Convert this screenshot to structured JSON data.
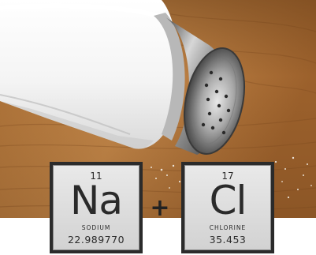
{
  "elements": [
    {
      "number": "11",
      "symbol": "Na",
      "name": "SODIUM",
      "mass": "22.989770"
    },
    {
      "number": "17",
      "symbol": "Cl",
      "name": "CHLORINE",
      "mass": "35.453"
    }
  ],
  "operator": "+",
  "colors": {
    "tile_frame": "#2b2b2b",
    "tile_face": "#dcdcdc",
    "wood": "#b77a3c",
    "cap_metal": "#9a9a9a"
  },
  "icons": [
    "salt-shaker-icon"
  ]
}
